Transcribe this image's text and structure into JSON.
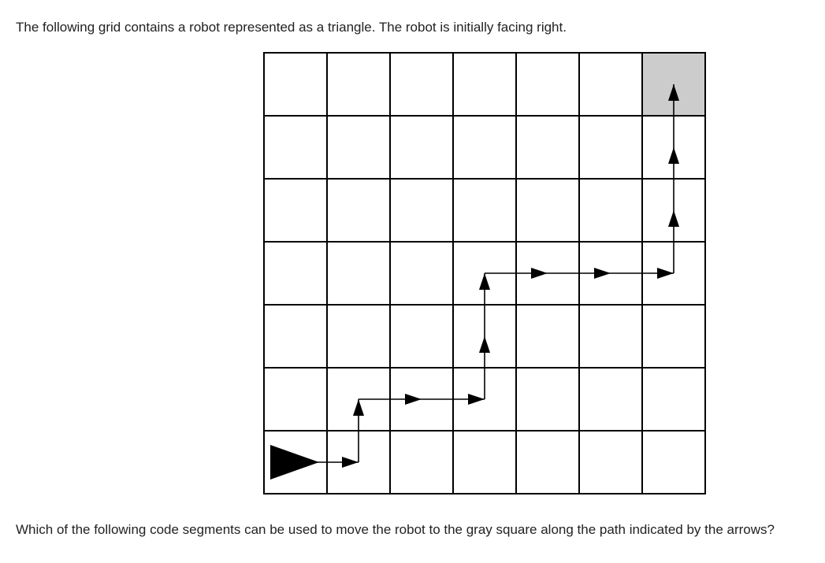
{
  "question": {
    "intro": "The following grid contains a robot represented as a triangle. The robot is initially facing right.",
    "prompt": "Which of the following code segments can be used to move the robot to the gray square along the path indicated by the arrows?"
  },
  "grid": {
    "rows": 7,
    "cols": 7,
    "robot": {
      "row": 6,
      "col": 0,
      "facing": "right"
    },
    "goal": {
      "row": 0,
      "col": 6
    },
    "goal_color": "#cccccc",
    "path": [
      [
        6,
        0
      ],
      [
        6,
        1
      ],
      [
        5,
        1
      ],
      [
        5,
        2
      ],
      [
        5,
        3
      ],
      [
        4,
        3
      ],
      [
        3,
        3
      ],
      [
        3,
        4
      ],
      [
        3,
        5
      ],
      [
        3,
        6
      ],
      [
        2,
        6
      ],
      [
        1,
        6
      ],
      [
        0,
        6
      ]
    ],
    "colors": {
      "line": "#000000",
      "cell": "#ffffff"
    }
  }
}
